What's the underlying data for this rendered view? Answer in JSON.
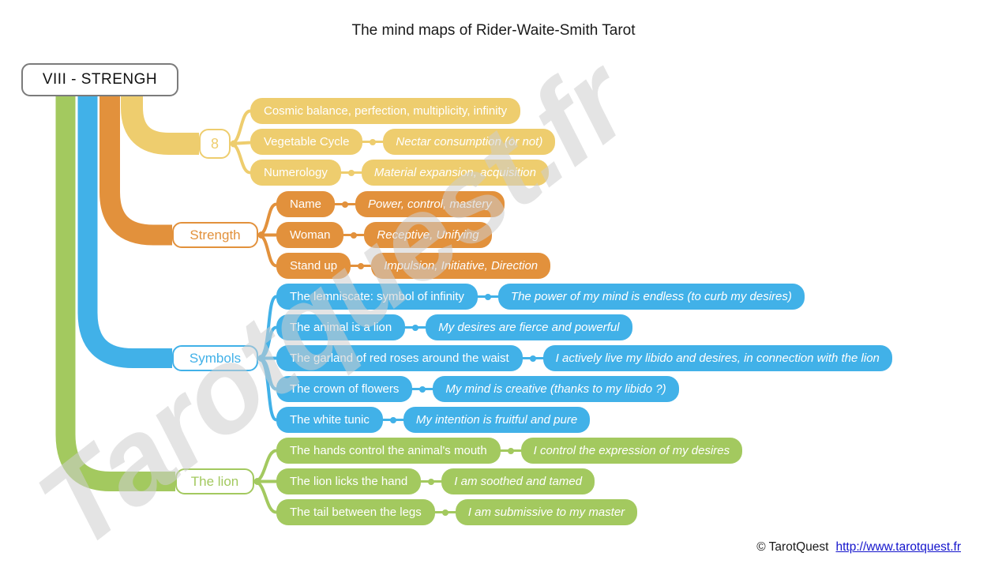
{
  "title": "The mind maps of Rider-Waite-Smith Tarot",
  "root": {
    "label": "VIII - STRENGH"
  },
  "branches": [
    {
      "id": "eight",
      "label": "8",
      "color": "#EECD6E",
      "children": [
        {
          "label": "Cosmic balance, perfection, multiplicity, infinity"
        },
        {
          "label": "Vegetable Cycle",
          "note": "Nectar consumption (or not)"
        },
        {
          "label": "Numerology",
          "note": "Material expansion, acquisition"
        }
      ]
    },
    {
      "id": "strength",
      "label": "Strength",
      "color": "#E2913C",
      "children": [
        {
          "label": "Name",
          "note": "Power, control, mastery"
        },
        {
          "label": "Woman",
          "note": "Receptive, Unifying"
        },
        {
          "label": "Stand up",
          "note": "Impulsion, Initiative, Direction"
        }
      ]
    },
    {
      "id": "symbols",
      "label": "Symbols",
      "color": "#41B1E8",
      "children": [
        {
          "label": "The lemniscate: symbol of infinity",
          "note": "The power of my mind is endless (to curb my desires)"
        },
        {
          "label": "The animal is a lion",
          "note": "My desires are fierce and powerful"
        },
        {
          "label": "The garland of red roses around the waist",
          "note": "I actively live my libido  and desires, in connection with the lion"
        },
        {
          "label": "The crown of flowers",
          "note": "My mind is creative (thanks to my libido ?)"
        },
        {
          "label": "The white tunic",
          "note": "My intention is fruitful and pure"
        }
      ]
    },
    {
      "id": "lion",
      "label": "The lion",
      "color": "#A3C95F",
      "children": [
        {
          "label": "The hands control the animal's mouth",
          "note": "I control the expression of my desires"
        },
        {
          "label": "The lion licks the hand",
          "note": "I am soothed and tamed"
        },
        {
          "label": "The tail between the legs",
          "note": "I am submissive to my master"
        }
      ]
    }
  ],
  "watermark": "Tarotquest.fr",
  "footer": {
    "copyright": "© TarotQuest",
    "link": "http://www.tarotquest.fr"
  }
}
